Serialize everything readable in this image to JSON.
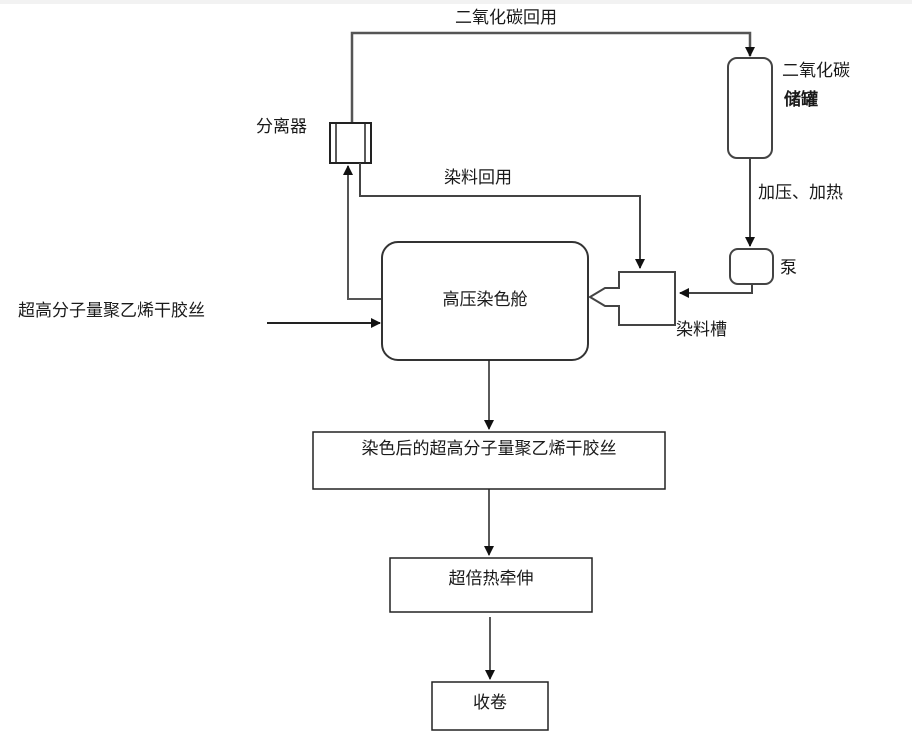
{
  "diagram": {
    "type": "process-flow",
    "nodes": {
      "co2_tank": {
        "label_line1": "二氧化碳",
        "label_line2": "储罐"
      },
      "separator": {
        "label": "分离器"
      },
      "pump": {
        "label": "泵"
      },
      "dye_tank": {
        "label": "染料槽"
      },
      "dyeing_chamber": {
        "label": "高压染色舱"
      },
      "dyed_fiber": {
        "label": "染色后的超高分子量聚乙烯干胶丝"
      },
      "ultra_drawing": {
        "label": "超倍热牵伸"
      },
      "winding": {
        "label": "收卷"
      }
    },
    "edge_labels": {
      "co2_recycle": "二氧化碳回用",
      "dye_recycle": "染料回用",
      "pressurize_heat": "加压、加热",
      "input_fiber": "超高分子量聚乙烯干胶丝"
    },
    "edges": [
      {
        "from": "separator",
        "to": "co2_tank",
        "label": "二氧化碳回用"
      },
      {
        "from": "co2_tank",
        "to": "pump",
        "label": "加压、加热"
      },
      {
        "from": "pump",
        "to": "dye_tank"
      },
      {
        "from": "dye_tank",
        "to": "dyeing_chamber"
      },
      {
        "from": "separator",
        "to": "dye_tank",
        "label": "染料回用"
      },
      {
        "from": "dyeing_chamber",
        "to": "separator"
      },
      {
        "from": "input",
        "to": "dyeing_chamber",
        "label": "超高分子量聚乙烯干胶丝"
      },
      {
        "from": "dyeing_chamber",
        "to": "dyed_fiber"
      },
      {
        "from": "dyed_fiber",
        "to": "ultra_drawing"
      },
      {
        "from": "ultra_drawing",
        "to": "winding"
      }
    ],
    "colors": {
      "line": "#3a3a3a",
      "background": "#ffffff"
    }
  }
}
